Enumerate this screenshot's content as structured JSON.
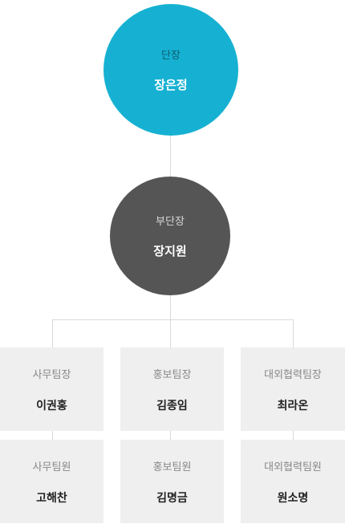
{
  "leader": {
    "title": "단장",
    "name": "장은정"
  },
  "deputy": {
    "title": "부단장",
    "name": "장지원"
  },
  "teams": [
    {
      "lead": {
        "title": "사무팀장",
        "name": "이권홍"
      },
      "member": {
        "title": "사무팀원",
        "name": "고해찬"
      }
    },
    {
      "lead": {
        "title": "홍보팀장",
        "name": "김종임"
      },
      "member": {
        "title": "홍보팀원",
        "name": "김명금"
      }
    },
    {
      "lead": {
        "title": "대외협력팀장",
        "name": "최라온"
      },
      "member": {
        "title": "대외협력팀원",
        "name": "원소명"
      }
    }
  ],
  "colors": {
    "leader_circle": "#16b1d2",
    "deputy_circle": "#555555",
    "team_box": "#efefef",
    "connector": "#d9d9d9"
  }
}
